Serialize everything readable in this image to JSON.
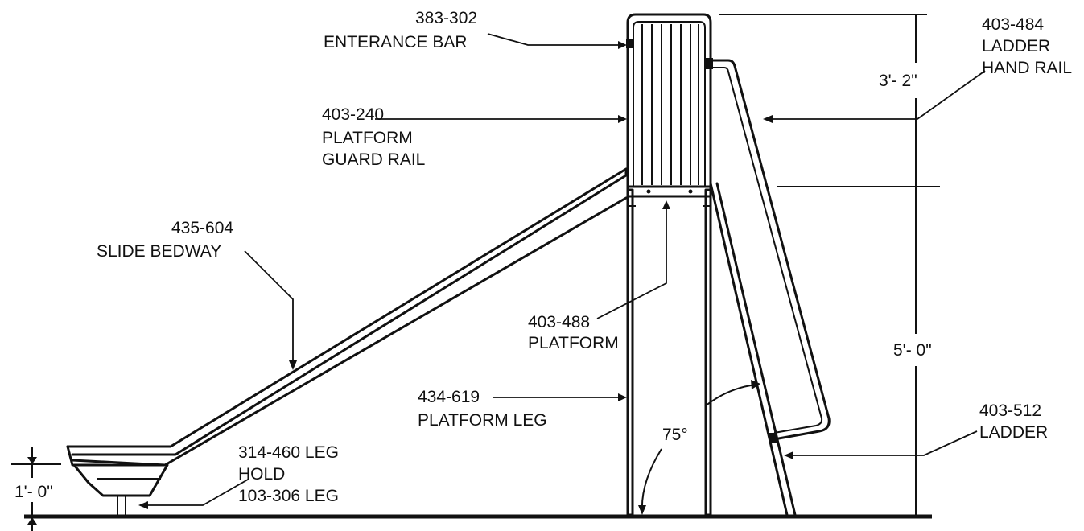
{
  "labels": {
    "entrance_bar": {
      "part": "383-302",
      "name": "ENTERANCE BAR"
    },
    "guard_rail": {
      "part": "403-240",
      "name_line1": "PLATFORM",
      "name_line2": "GUARD RAIL"
    },
    "slide_bedway": {
      "part": "435-604",
      "name": "SLIDE BEDWAY"
    },
    "platform": {
      "part": "403-488",
      "name": "PLATFORM"
    },
    "platform_leg": {
      "part": "434-619",
      "name": "PLATFORM LEG"
    },
    "leg_hold": {
      "line1": "314-460 LEG",
      "line2": "HOLD",
      "line3": "103-306 LEG"
    },
    "ladder_hand_rail": {
      "part": "403-484",
      "name_line1": "LADDER",
      "name_line2": "HAND RAIL"
    },
    "ladder": {
      "part": "403-512",
      "name": "LADDER"
    }
  },
  "dimensions": {
    "rail_height": "3'- 2\"",
    "platform_height": "5'- 0\"",
    "exit_height": "1'- 0\"",
    "ladder_angle": "75°"
  }
}
